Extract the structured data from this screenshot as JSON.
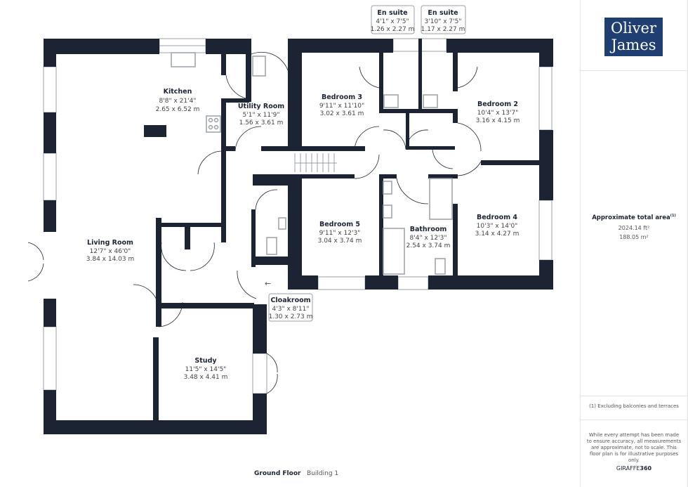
{
  "brand": {
    "logo_line1": "Oliver",
    "logo_line2": "James",
    "logo_color": "#1f3f73"
  },
  "wall_color": "#1c2434",
  "rooms": {
    "kitchen": {
      "name": "Kitchen",
      "imperial": "8'8\" x 21'4\"",
      "metric": "2.65 x 6.52 m"
    },
    "utility": {
      "name": "Utility Room",
      "imperial": "5'1\" x 11'9\"",
      "metric": "1.56 x 3.61 m"
    },
    "bedroom3": {
      "name": "Bedroom 3",
      "imperial": "9'11\" x 11'10\"",
      "metric": "3.02 x 3.61 m"
    },
    "ensuite1": {
      "name": "En suite",
      "imperial": "4'1\" x 7'5\"",
      "metric": "1.26 x 2.27 m"
    },
    "ensuite2": {
      "name": "En suite",
      "imperial": "3'10\" x 7'5\"",
      "metric": "1.17 x 2.27 m"
    },
    "bedroom2": {
      "name": "Bedroom 2",
      "imperial": "10'4\" x 13'7\"",
      "metric": "3.16 x 4.15 m"
    },
    "living": {
      "name": "Living Room",
      "imperial": "12'7\" x 46'0\"",
      "metric": "3.84 x 14.03 m"
    },
    "bedroom5": {
      "name": "Bedroom 5",
      "imperial": "9'11\" x 12'3\"",
      "metric": "3.04 x 3.74 m"
    },
    "bathroom": {
      "name": "Bathroom",
      "imperial": "8'4\" x 12'3\"",
      "metric": "2.54 x 3.74 m"
    },
    "bedroom4": {
      "name": "Bedroom 4",
      "imperial": "10'3\" x 14'0\"",
      "metric": "3.14 x 4.27 m"
    },
    "cloakroom": {
      "name": "Cloakroom",
      "imperial": "4'3\" x 8'11\"",
      "metric": "1.30 x 2.73 m"
    },
    "study": {
      "name": "Study",
      "imperial": "11'5\" x 14'5\"",
      "metric": "3.48 x 4.41 m"
    }
  },
  "panel": {
    "area_title": "Approximate total area",
    "area_note_marker": "(1)",
    "area_sqft": "2024.14 ft²",
    "area_sqm": "188.05 m²",
    "footnote": "(1) Excluding balconies and terraces",
    "disclaimer": "While every attempt has been made to ensure accuracy, all measurements are approximate, not to scale. This floor plan is for illustrative purposes only.",
    "credit_a": "GIRAFFE",
    "credit_b": "360"
  },
  "footer": {
    "floor": "Ground Floor",
    "building": "Building 1"
  }
}
